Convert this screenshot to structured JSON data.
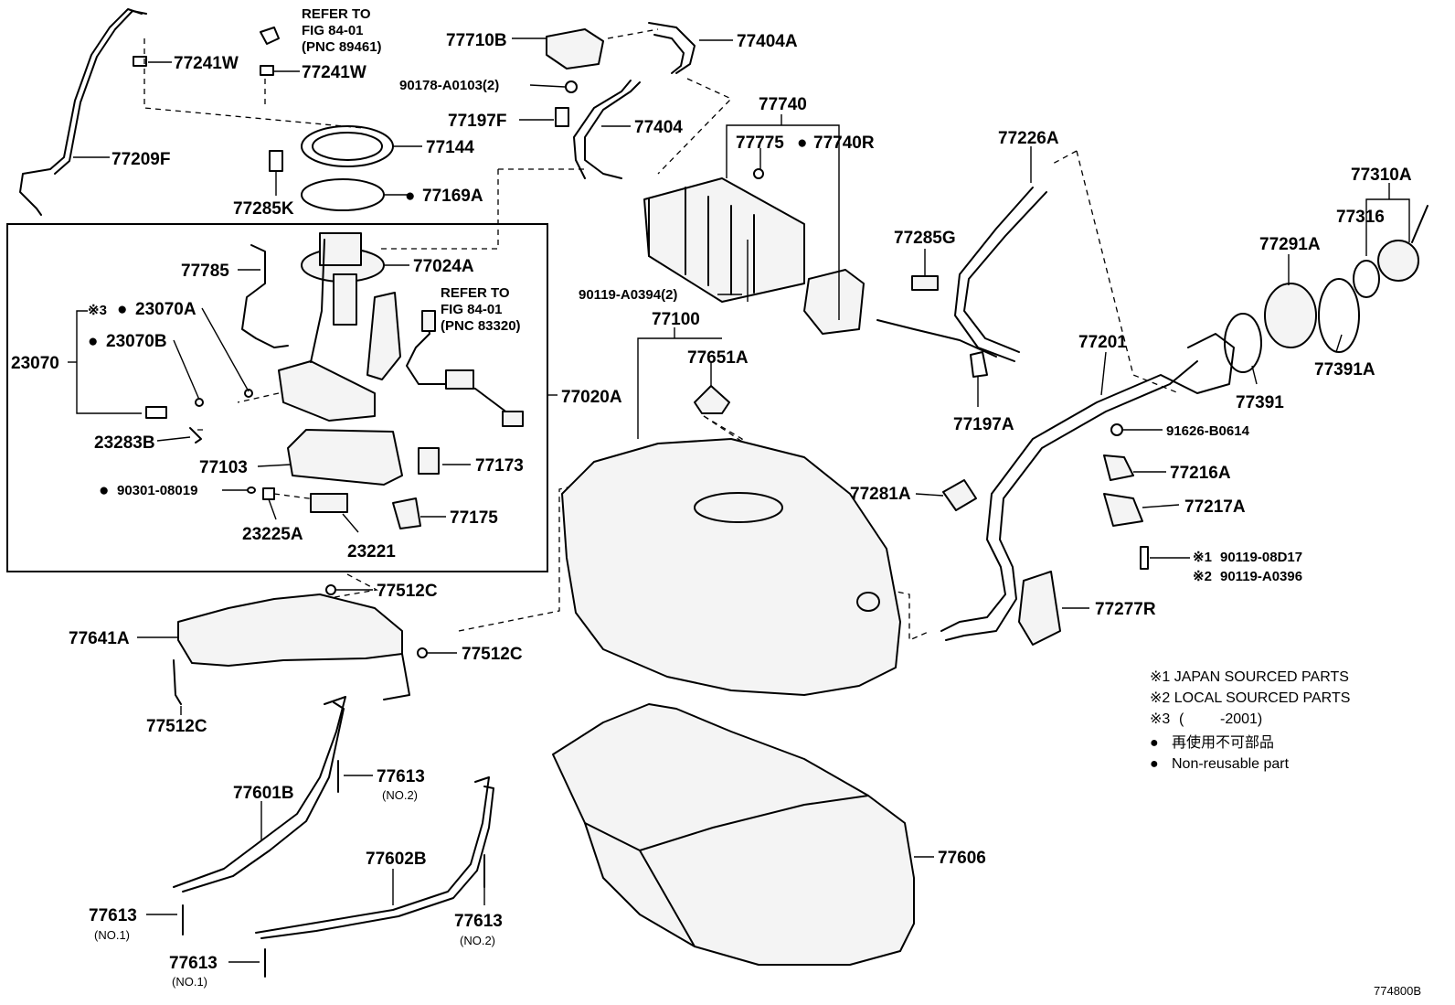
{
  "labels": {
    "p77241W_a": "77241W",
    "p77241W_b": "77241W",
    "refer1_l1": "REFER TO",
    "refer1_l2": "FIG 84-01",
    "refer1_l3": "(PNC 89461)",
    "p77209F": "77209F",
    "p77144": "77144",
    "p77285K": "77285K",
    "p77169A": "77169A",
    "p77785": "77785",
    "p77024A": "77024A",
    "refer2_l1": "REFER TO",
    "refer2_l2": "FIG 84-01",
    "refer2_l3": "(PNC 83320)",
    "p23070A_mark": "※3",
    "p23070A": "23070A",
    "p23070B": "23070B",
    "p23070": "23070",
    "p77020A": "77020A",
    "p23283B": "23283B",
    "p77103": "77103",
    "p77173": "77173",
    "p90301": "90301-08019",
    "p23225A": "23225A",
    "p23221": "23221",
    "p77175": "77175",
    "p77710B": "77710B",
    "p77404A": "77404A",
    "p90178": "90178-A0103(2)",
    "p77197F": "77197F",
    "p77404": "77404",
    "p77740": "77740",
    "p77775": "77775",
    "p77740R": "77740R",
    "p77226A": "77226A",
    "p77310A": "77310A",
    "p77316": "77316",
    "p77285G": "77285G",
    "p77291A": "77291A",
    "p90119_0394": "90119-A0394(2)",
    "p77100": "77100",
    "p77651A": "77651A",
    "p77201": "77201",
    "p77391A": "77391A",
    "p77391": "77391",
    "p77197A": "77197A",
    "p91626": "91626-B0614",
    "p77216A": "77216A",
    "p77281A": "77281A",
    "p77217A": "77217A",
    "p90119_08D17": "90119-08D17",
    "p90119_08D17_mark": "※1",
    "p90119_A0396": "90119-A0396",
    "p90119_A0396_mark": "※2",
    "p77512C_a": "77512C",
    "p77277R": "77277R",
    "p77641A": "77641A",
    "p77512C_b": "77512C",
    "p77512C_c": "77512C",
    "p77613_a": "77613",
    "p77613_a_note": "(NO.2)",
    "p77601B": "77601B",
    "p77602B": "77602B",
    "p77606": "77606",
    "p77613_b": "77613",
    "p77613_b_note": "(NO.1)",
    "p77613_c": "77613",
    "p77613_c_note": "(NO.2)",
    "p77613_d": "77613",
    "p77613_d_note": "(NO.1)"
  },
  "legend": {
    "note1": "※1 JAPAN SOURCED PARTS",
    "note2": "※2 LOCAL SOURCED PARTS",
    "note3_mark": "※3",
    "note3_paren_open": "(",
    "note3_value": "-2001)",
    "nonreuse_jp": "再使用不可部品",
    "nonreuse_en": "Non-reusable part",
    "bullet": "●"
  },
  "figure_id": "774800B"
}
